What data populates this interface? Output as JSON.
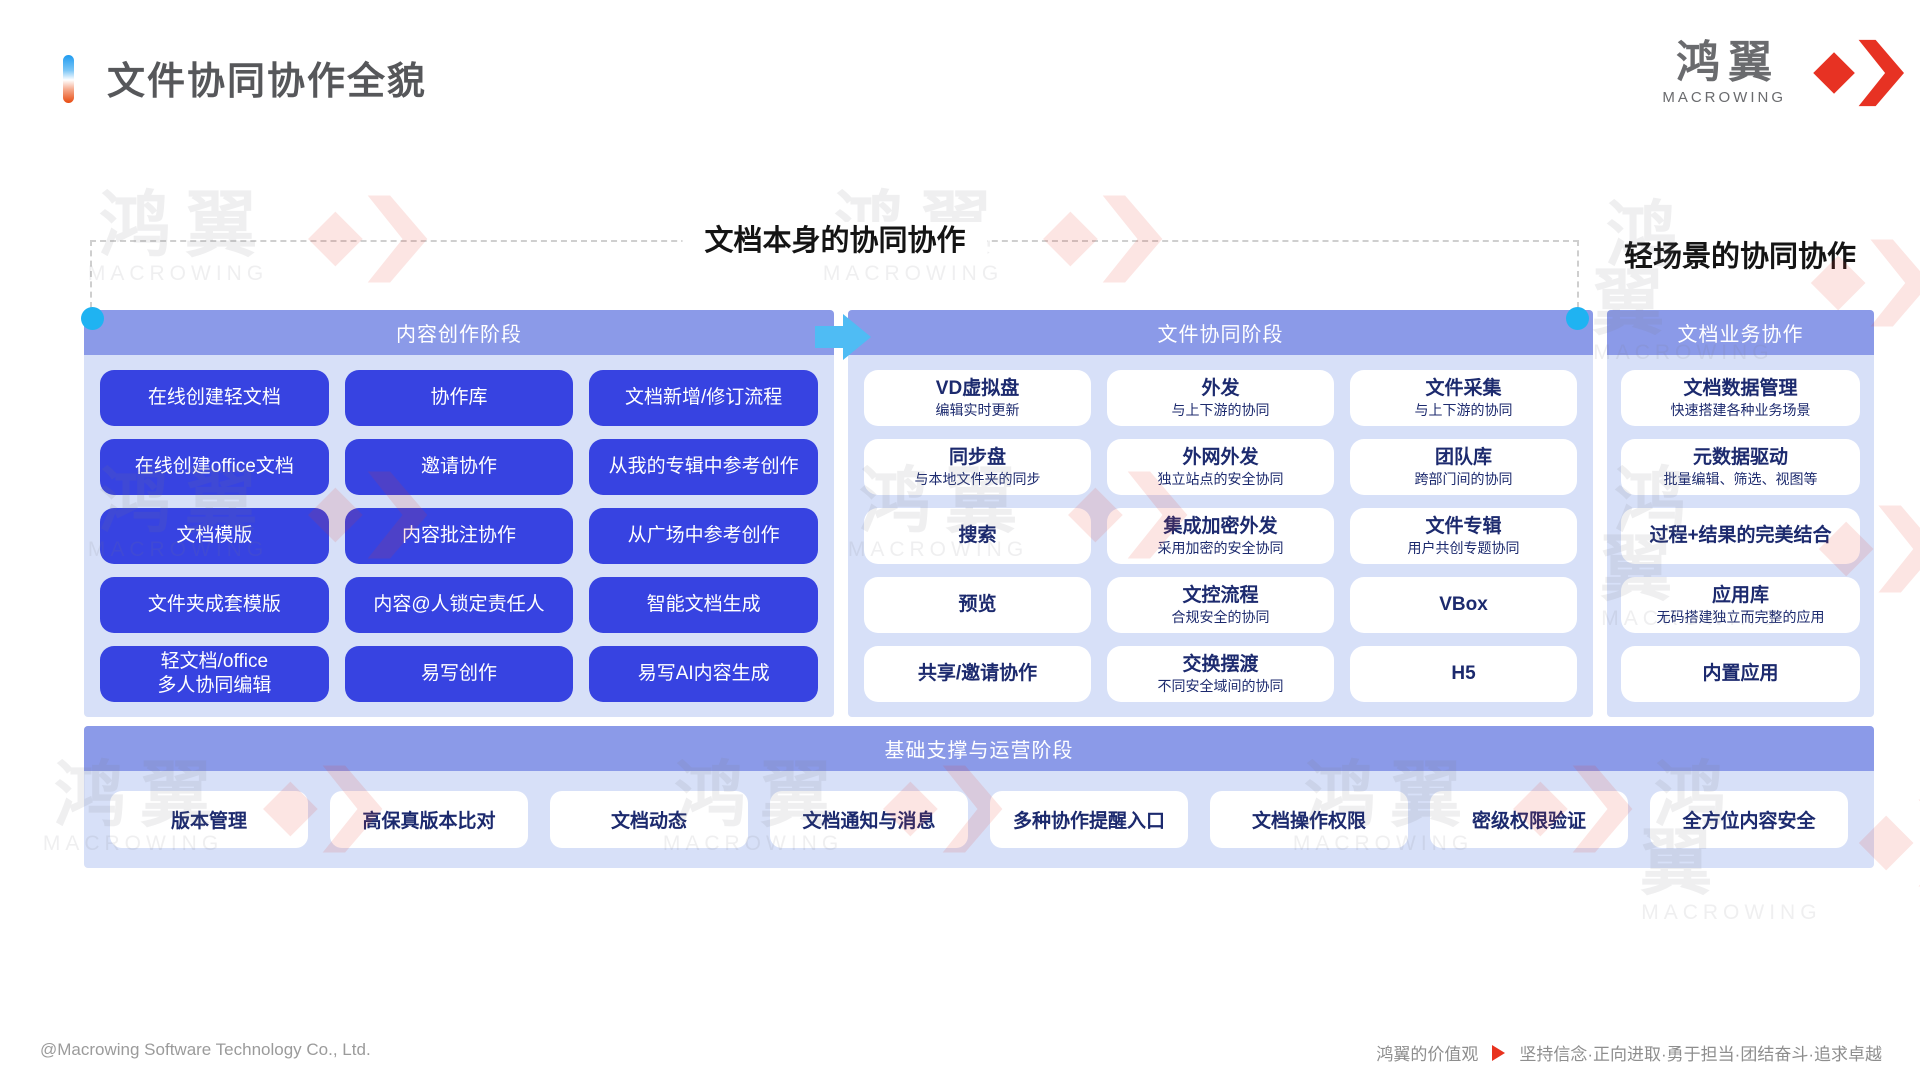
{
  "page": {
    "title": "文件协同协作全貌"
  },
  "logo": {
    "text": "鸿翼",
    "subtext": "MACROWING"
  },
  "watermark": {
    "text": "鸿翼",
    "subtext": "MACROWING"
  },
  "sections": {
    "left_label": "文档本身的协同协作",
    "right_label": "轻场景的协同协作"
  },
  "panels": {
    "creation": {
      "title": "内容创作阶段",
      "columns": [
        [
          "在线创建轻文档",
          "在线创建office文档",
          "文档模版",
          "文件夹成套模版",
          "轻文档/office\n多人协同编辑"
        ],
        [
          "协作库",
          "邀请协作",
          "内容批注协作",
          "内容@人锁定责任人",
          "易写创作"
        ],
        [
          "文档新增/修订流程",
          "从我的专辑中参考创作",
          "从广场中参考创作",
          "智能文档生成",
          "易写AI内容生成"
        ]
      ]
    },
    "collab": {
      "title": "文件协同阶段",
      "columns": [
        [
          {
            "t": "VD虚拟盘",
            "s": "编辑实时更新"
          },
          {
            "t": "同步盘",
            "s": "与本地文件夹的同步"
          },
          {
            "t": "搜索",
            "s": ""
          },
          {
            "t": "预览",
            "s": ""
          },
          {
            "t": "共享/邀请协作",
            "s": ""
          }
        ],
        [
          {
            "t": "外发",
            "s": "与上下游的协同"
          },
          {
            "t": "外网外发",
            "s": "独立站点的安全协同"
          },
          {
            "t": "集成加密外发",
            "s": "采用加密的安全协同"
          },
          {
            "t": "文控流程",
            "s": "合规安全的协同"
          },
          {
            "t": "交换摆渡",
            "s": "不同安全域间的协同"
          }
        ],
        [
          {
            "t": "文件采集",
            "s": "与上下游的协同"
          },
          {
            "t": "团队库",
            "s": "跨部门间的协同"
          },
          {
            "t": "文件专辑",
            "s": "用户共创专题协同"
          },
          {
            "t": "VBox",
            "s": ""
          },
          {
            "t": "H5",
            "s": ""
          }
        ]
      ]
    },
    "business": {
      "title": "文档业务协作",
      "items": [
        {
          "t": "文档数据管理",
          "s": "快速搭建各种业务场景"
        },
        {
          "t": "元数据驱动",
          "s": "批量编辑、筛选、视图等"
        },
        {
          "t": "过程+结果的完美结合",
          "s": ""
        },
        {
          "t": "应用库",
          "s": "无码搭建独立而完整的应用"
        },
        {
          "t": "内置应用",
          "s": ""
        }
      ]
    },
    "foundation": {
      "title": "基础支撑与运营阶段",
      "items": [
        "版本管理",
        "高保真版本比对",
        "文档动态",
        "文档通知与消息",
        "多种协作提醒入口",
        "文档操作权限",
        "密级权限验证",
        "全方位内容安全"
      ]
    }
  },
  "footer": {
    "copyright": "@Macrowing Software Technology Co., Ltd.",
    "values_label": "鸿翼的价值观",
    "values_text": "坚持信念·正向进取·勇于担当·团结奋斗·追求卓越"
  },
  "colors": {
    "button_blue": "#3743E1",
    "panel_header": "#8B9AE8",
    "panel_body": "#D7E0F8",
    "cyan_accent": "#1FB3F2",
    "navy_text": "#1C2A6E",
    "brand_red": "#E73223"
  }
}
